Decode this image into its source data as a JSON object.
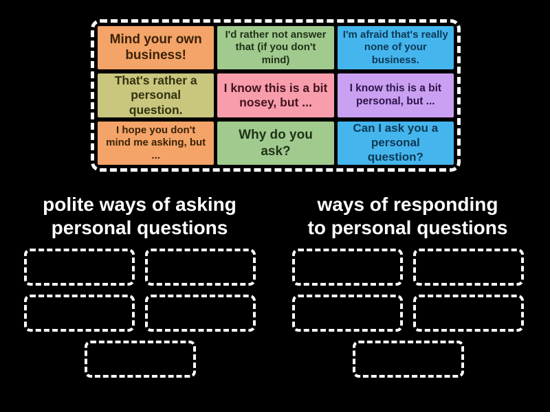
{
  "colors": {
    "background": "#000000",
    "outline": "#ffffff",
    "heading_text": "#ffffff"
  },
  "board": {
    "cards": [
      {
        "text": "Mind your own business!",
        "bg": "#f4a468",
        "fg": "#3a2207"
      },
      {
        "text": "I'd rather not answer that (if you don't mind)",
        "bg": "#a1ca8f",
        "fg": "#203317"
      },
      {
        "text": "I'm afraid that's really none of your business.",
        "bg": "#45b5ee",
        "fg": "#0c3954"
      },
      {
        "text": "That's rather a personal question.",
        "bg": "#c9c67e",
        "fg": "#32320e"
      },
      {
        "text": "I know this is a bit nosey, but ...",
        "bg": "#f89dac",
        "fg": "#42121f"
      },
      {
        "text": "I know this is a bit personal, but ...",
        "bg": "#c9a0f2",
        "fg": "#2e1449"
      },
      {
        "text": "I hope you don't mind me asking, but ...",
        "bg": "#f4a468",
        "fg": "#3a2207"
      },
      {
        "text": "Why do you ask?",
        "bg": "#a1ca8f",
        "fg": "#203317"
      },
      {
        "text": "Can I ask you a personal question?",
        "bg": "#45b5ee",
        "fg": "#0c3954"
      }
    ]
  },
  "groups": [
    {
      "title": "polite ways of asking personal questions",
      "lines": [
        "polite ways of asking",
        "personal questions"
      ],
      "slot_count": 5
    },
    {
      "title": "ways of responding to personal questions",
      "lines": [
        "ways of responding",
        "to personal questions"
      ],
      "slot_count": 5
    }
  ]
}
